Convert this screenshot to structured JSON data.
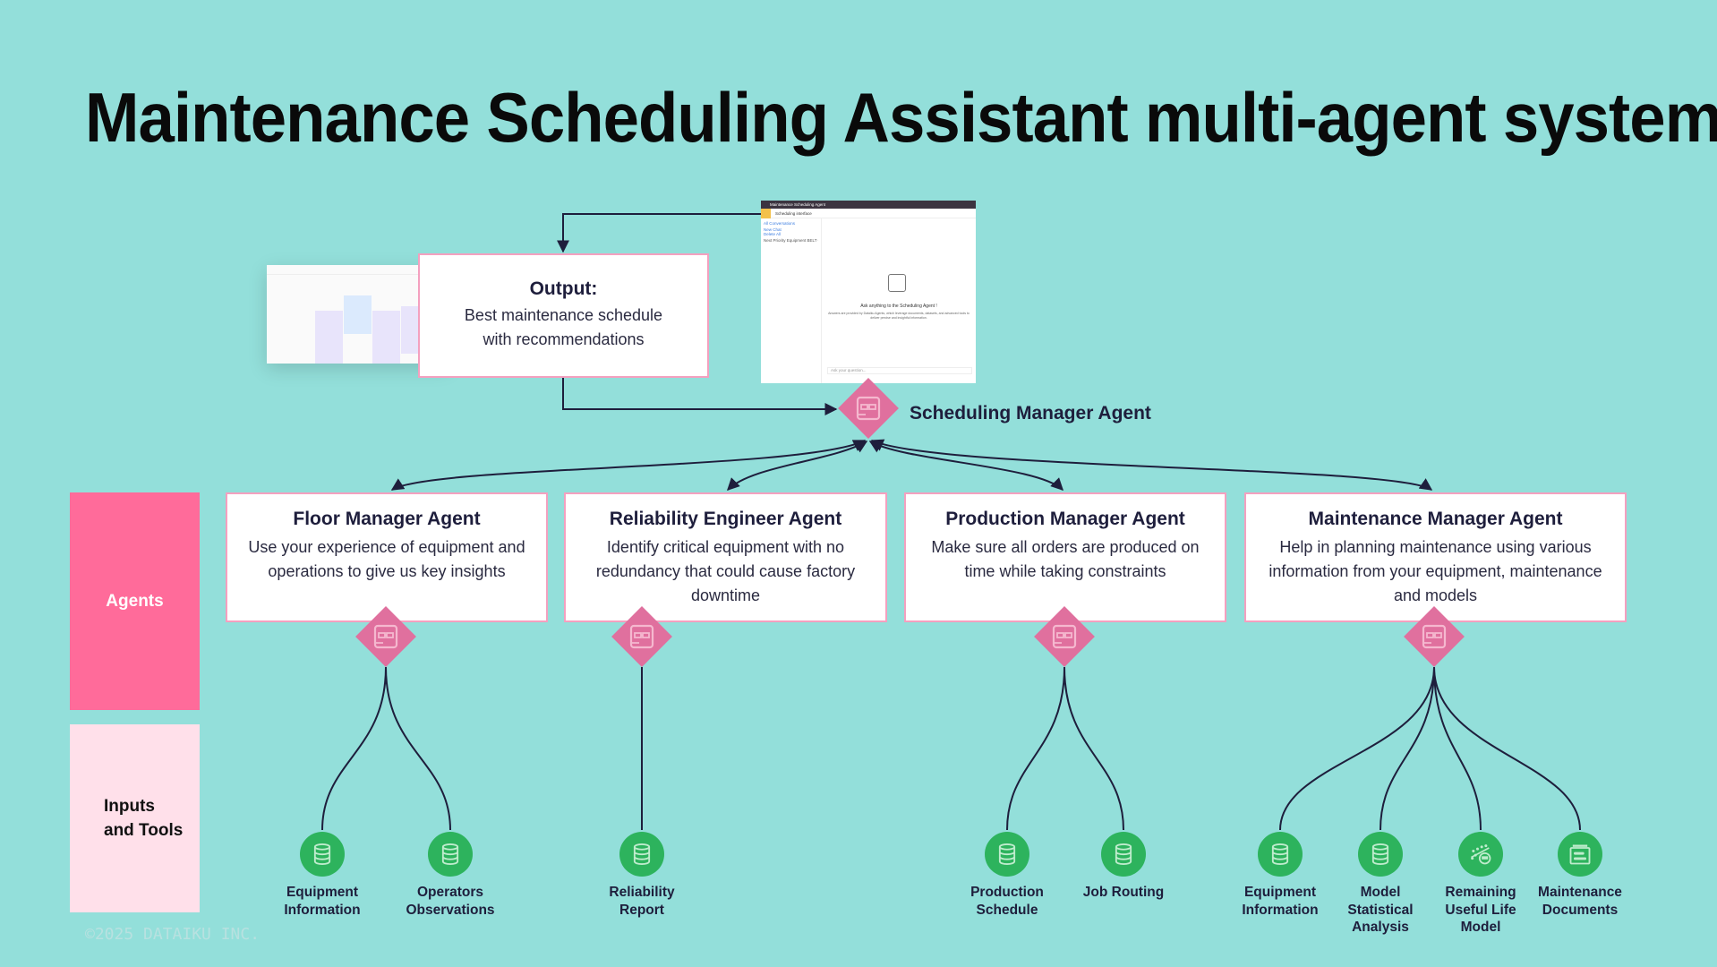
{
  "title": "Maintenance Scheduling Assistant multi-agent system",
  "colors": {
    "background": "#93dfda",
    "agents_band": "#ff6b9a",
    "inputs_band": "#ffe0ea",
    "agent_diamond": "#e0709e",
    "tool_circle": "#2db35d",
    "text": "#1e1e3c"
  },
  "bands": {
    "agents": "Agents",
    "inputs": "Inputs and Tools"
  },
  "output": {
    "title": "Output:",
    "description": "Best maintenance schedule with recommendations"
  },
  "manager": {
    "label": "Scheduling Manager Agent",
    "icon": "agent-glasses-icon"
  },
  "chat_screenshot": {
    "app_title": "Maintenance Scheduling Agent",
    "interface": "Scheduling interface",
    "conversations": "All Conversations",
    "new_chat": "New Chat",
    "delete_all": "Delete All",
    "conversation_item": "Next Priority Equipment BELT CR...",
    "headline": "Ask anything to the Scheduling Agent !",
    "subtext": "Answers are provided by Dataiku Agents, which leverage documents, datasets, and advanced tools to deliver precise and insightful information.",
    "input_placeholder": "Ask your question..."
  },
  "agents": [
    {
      "title": "Floor Manager Agent",
      "description": "Use your experience of equipment and operations to give us key insights"
    },
    {
      "title": "Reliability Engineer Agent",
      "description": "Identify critical equipment with no redundancy that could cause factory downtime"
    },
    {
      "title": "Production Manager Agent",
      "description": "Make sure all orders are produced on time while taking constraints"
    },
    {
      "title": "Maintenance Manager Agent",
      "description": "Help in planning maintenance using various information from your equipment, maintenance and models"
    }
  ],
  "tools": [
    {
      "label": "Equipment Information",
      "icon": "database-icon",
      "agent": 0
    },
    {
      "label": "Operators Observations",
      "icon": "database-icon",
      "agent": 0
    },
    {
      "label": "Reliability Report",
      "icon": "database-icon",
      "agent": 1
    },
    {
      "label": "Production Schedule",
      "icon": "database-icon",
      "agent": 2
    },
    {
      "label": "Job Routing",
      "icon": "database-icon",
      "agent": 2
    },
    {
      "label": "Equipment Information",
      "icon": "database-icon",
      "agent": 3
    },
    {
      "label": "Model Statistical Analysis",
      "icon": "database-icon",
      "agent": 3
    },
    {
      "label": "Remaining Useful Life Model",
      "icon": "model-icon",
      "agent": 3
    },
    {
      "label": "Maintenance Documents",
      "icon": "documents-icon",
      "agent": 3
    }
  ],
  "copyright": "©2025 DATAIKU INC."
}
